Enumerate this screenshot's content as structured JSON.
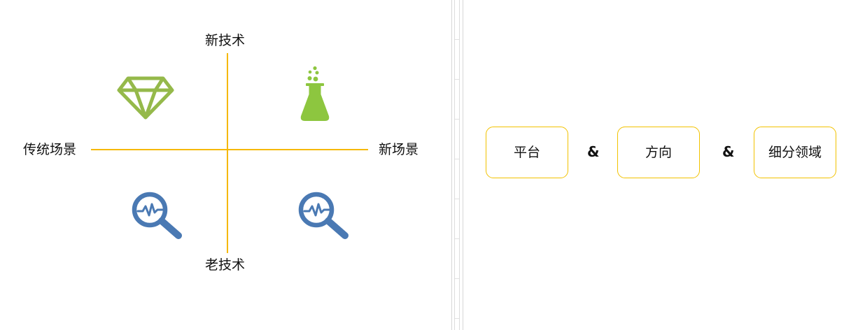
{
  "quadrant": {
    "top_label": "新技术",
    "bottom_label": "老技术",
    "left_label": "传统场景",
    "right_label": "新场景",
    "axis_color": "#f5b800",
    "icons": {
      "top_left": "diamond-icon",
      "top_right": "flask-icon",
      "bottom_left": "magnifier-pulse-icon",
      "bottom_right": "magnifier-pulse-icon"
    },
    "colors": {
      "green": "#95b94a",
      "flask_green": "#8dc63f",
      "blue": "#4a79b3"
    }
  },
  "formula": {
    "items": [
      "平台",
      "方向",
      "细分领域"
    ],
    "separator": "&",
    "box_border_color": "#f2c200"
  }
}
